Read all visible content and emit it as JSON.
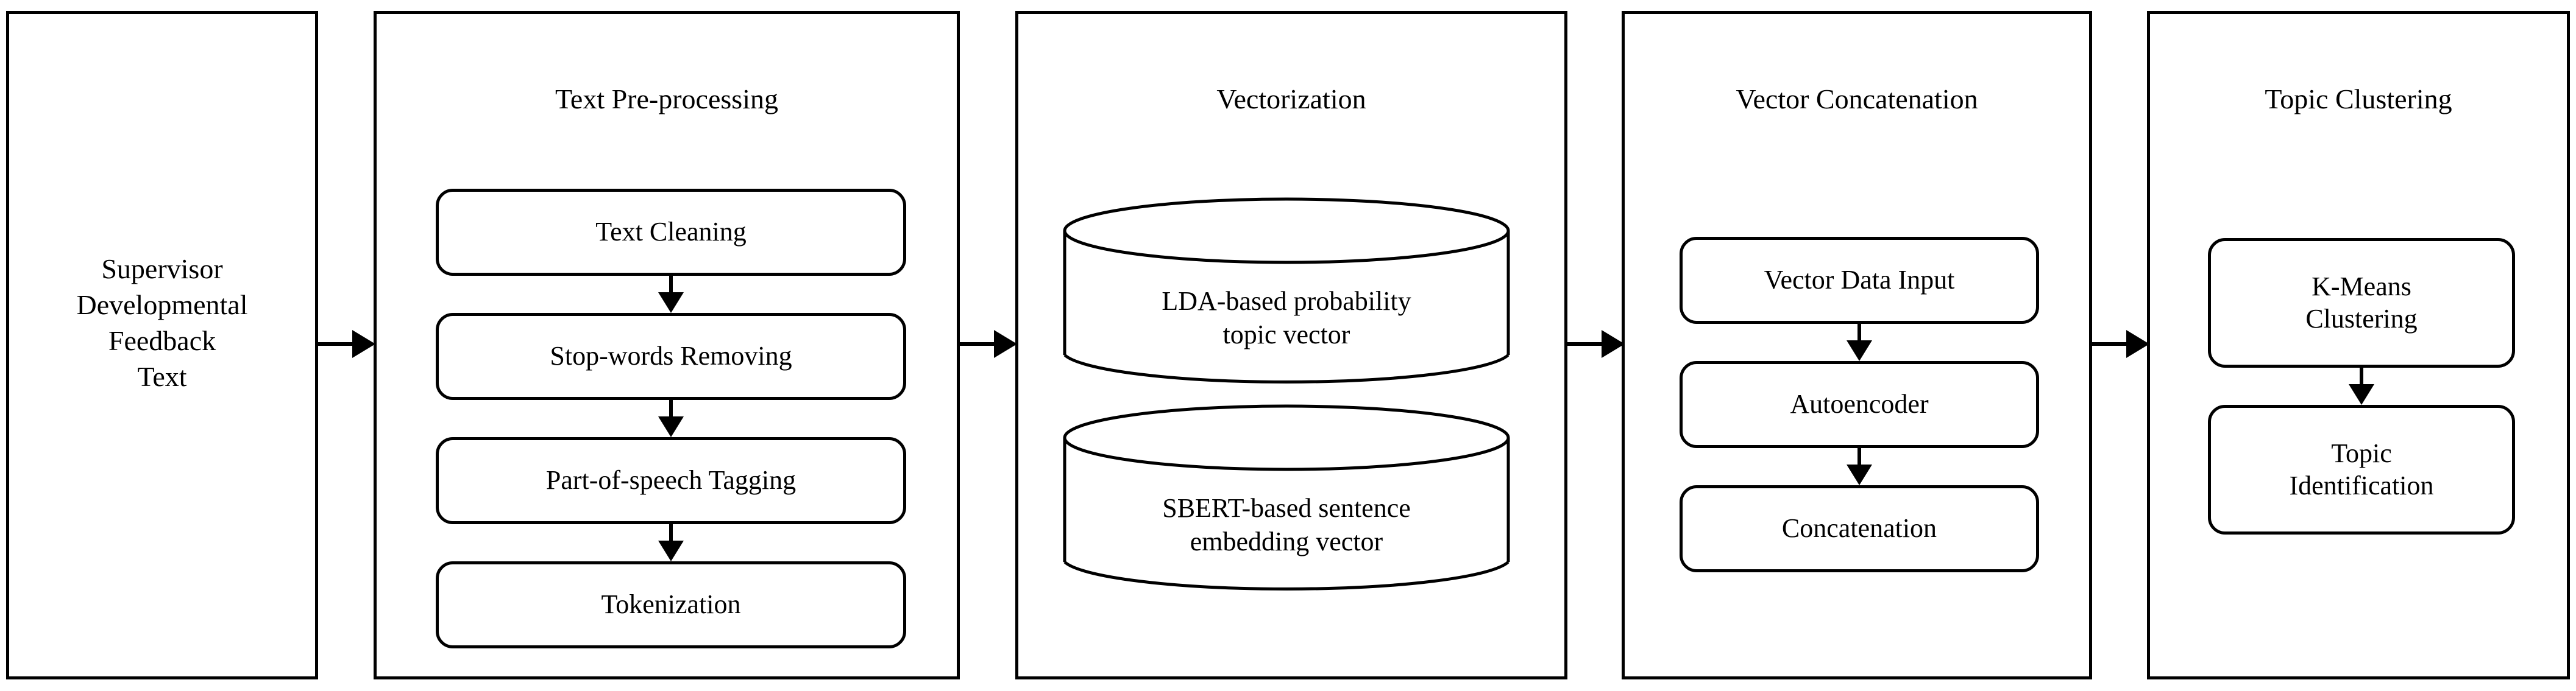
{
  "figure": {
    "type": "flowchart",
    "orientation": "left-to-right",
    "background_color": "#ffffff",
    "line_color": "#000000",
    "stages": [
      {
        "id": "input",
        "title": "",
        "body_text": "Supervisor Developmental Feedback Text",
        "body_lines": [
          "Supervisor",
          "Developmental",
          "Feedback",
          "Text"
        ],
        "shape": "plain-text",
        "nodes": []
      },
      {
        "id": "text-pre-processing",
        "title": "Text Pre-processing",
        "shape": "rounded-rect-stack",
        "nodes": [
          {
            "label": "Text Cleaning"
          },
          {
            "label": "Stop-words Removing"
          },
          {
            "label": "Part-of-speech Tagging"
          },
          {
            "label": "Tokenization"
          }
        ]
      },
      {
        "id": "vectorization",
        "title": "Vectorization",
        "shape": "cylinder-stack",
        "nodes": [
          {
            "label": "LDA-based probability topic vector",
            "lines": [
              "LDA-based probability",
              "topic vector"
            ]
          },
          {
            "label": "SBERT-based sentence embedding vector",
            "lines": [
              "SBERT-based sentence",
              "embedding vector"
            ]
          }
        ]
      },
      {
        "id": "vector-concatenation",
        "title": "Vector Concatenation",
        "shape": "rounded-rect-stack",
        "nodes": [
          {
            "label": "Vector Data Input"
          },
          {
            "label": "Autoencoder"
          },
          {
            "label": "Concatenation"
          }
        ]
      },
      {
        "id": "topic-clustering",
        "title": "Topic Clustering",
        "shape": "rounded-rect-stack",
        "nodes": [
          {
            "label": "K-Means Clustering",
            "lines": [
              "K-Means",
              "Clustering"
            ]
          },
          {
            "label": "Topic Identification",
            "lines": [
              "Topic",
              "Identification"
            ]
          }
        ]
      }
    ],
    "connectors": {
      "between_stages": [
        "input-to-text-pre-processing",
        "text-pre-processing-to-vectorization",
        "vectorization-to-vector-concatenation",
        "vector-concatenation-to-topic-clustering"
      ],
      "arrow_style": "solid-filled-triangle"
    }
  }
}
